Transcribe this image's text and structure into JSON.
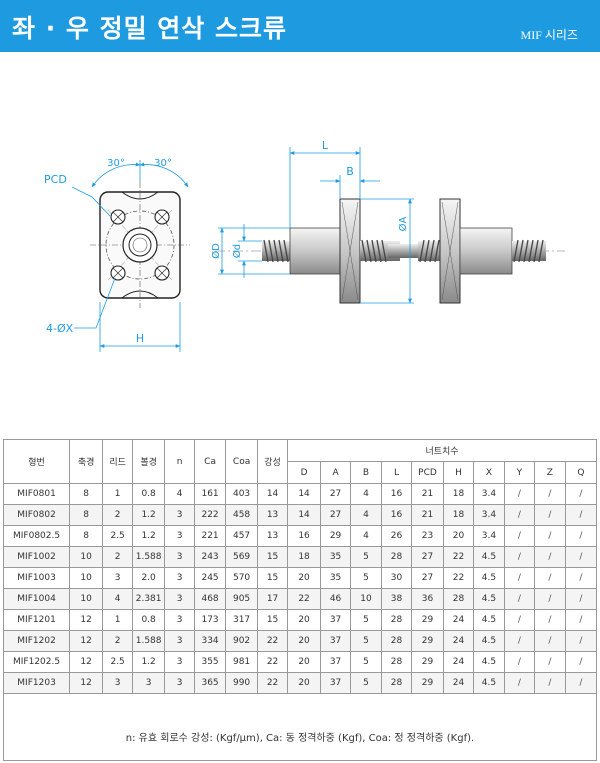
{
  "header": {
    "title": "좌 · 우 정밀 연삭 스크류",
    "series": "MIF 시리즈",
    "color": "#1e9be0"
  },
  "drawing": {
    "labels": {
      "pcd": "PCD",
      "angle_left": "30°",
      "angle_right": "30°",
      "holes": "4-ØX",
      "h": "H",
      "l": "L",
      "b": "B",
      "od": "ØD",
      "odd": "Ød",
      "oa": "ØA"
    },
    "dimension_color": "#1e9be0"
  },
  "table": {
    "group_header": "너트치수",
    "columns": [
      "형번",
      "축경",
      "리드",
      "볼경",
      "n",
      "Ca",
      "Coa",
      "강성"
    ],
    "nut_columns": [
      "D",
      "A",
      "B",
      "L",
      "PCD",
      "H",
      "X",
      "Y",
      "Z",
      "Q"
    ],
    "rows": [
      [
        "MIF0801",
        "8",
        "1",
        "0.8",
        "4",
        "161",
        "403",
        "14",
        "14",
        "27",
        "4",
        "16",
        "21",
        "18",
        "3.4",
        "/",
        "/",
        "/"
      ],
      [
        "MIF0802",
        "8",
        "2",
        "1.2",
        "3",
        "222",
        "458",
        "13",
        "14",
        "27",
        "4",
        "16",
        "21",
        "18",
        "3.4",
        "/",
        "/",
        "/"
      ],
      [
        "MIF0802.5",
        "8",
        "2.5",
        "1.2",
        "3",
        "221",
        "457",
        "13",
        "16",
        "29",
        "4",
        "26",
        "23",
        "20",
        "3.4",
        "/",
        "/",
        "/"
      ],
      [
        "MIF1002",
        "10",
        "2",
        "1.588",
        "3",
        "243",
        "569",
        "15",
        "18",
        "35",
        "5",
        "28",
        "27",
        "22",
        "4.5",
        "/",
        "/",
        "/"
      ],
      [
        "MIF1003",
        "10",
        "3",
        "2.0",
        "3",
        "245",
        "570",
        "15",
        "20",
        "35",
        "5",
        "30",
        "27",
        "22",
        "4.5",
        "/",
        "/",
        "/"
      ],
      [
        "MIF1004",
        "10",
        "4",
        "2.381",
        "3",
        "468",
        "905",
        "17",
        "22",
        "46",
        "10",
        "38",
        "36",
        "28",
        "4.5",
        "/",
        "/",
        "/"
      ],
      [
        "MIF1201",
        "12",
        "1",
        "0.8",
        "3",
        "173",
        "317",
        "15",
        "20",
        "37",
        "5",
        "28",
        "29",
        "24",
        "4.5",
        "/",
        "/",
        "/"
      ],
      [
        "MIF1202",
        "12",
        "2",
        "1.588",
        "3",
        "334",
        "902",
        "22",
        "20",
        "37",
        "5",
        "28",
        "29",
        "24",
        "4.5",
        "/",
        "/",
        "/"
      ],
      [
        "MIF1202.5",
        "12",
        "2.5",
        "1.2",
        "3",
        "355",
        "981",
        "22",
        "20",
        "37",
        "5",
        "28",
        "29",
        "24",
        "4.5",
        "/",
        "/",
        "/"
      ],
      [
        "MIF1203",
        "12",
        "3",
        "3",
        "3",
        "365",
        "990",
        "22",
        "20",
        "37",
        "5",
        "28",
        "29",
        "24",
        "4.5",
        "/",
        "/",
        "/"
      ]
    ]
  },
  "footer": {
    "note": "n: 유효 회로수   강성: (Kgf/μm),   Ca: 동 정격하중 (Kgf),   Coa: 정 정격하중 (Kgf)."
  }
}
